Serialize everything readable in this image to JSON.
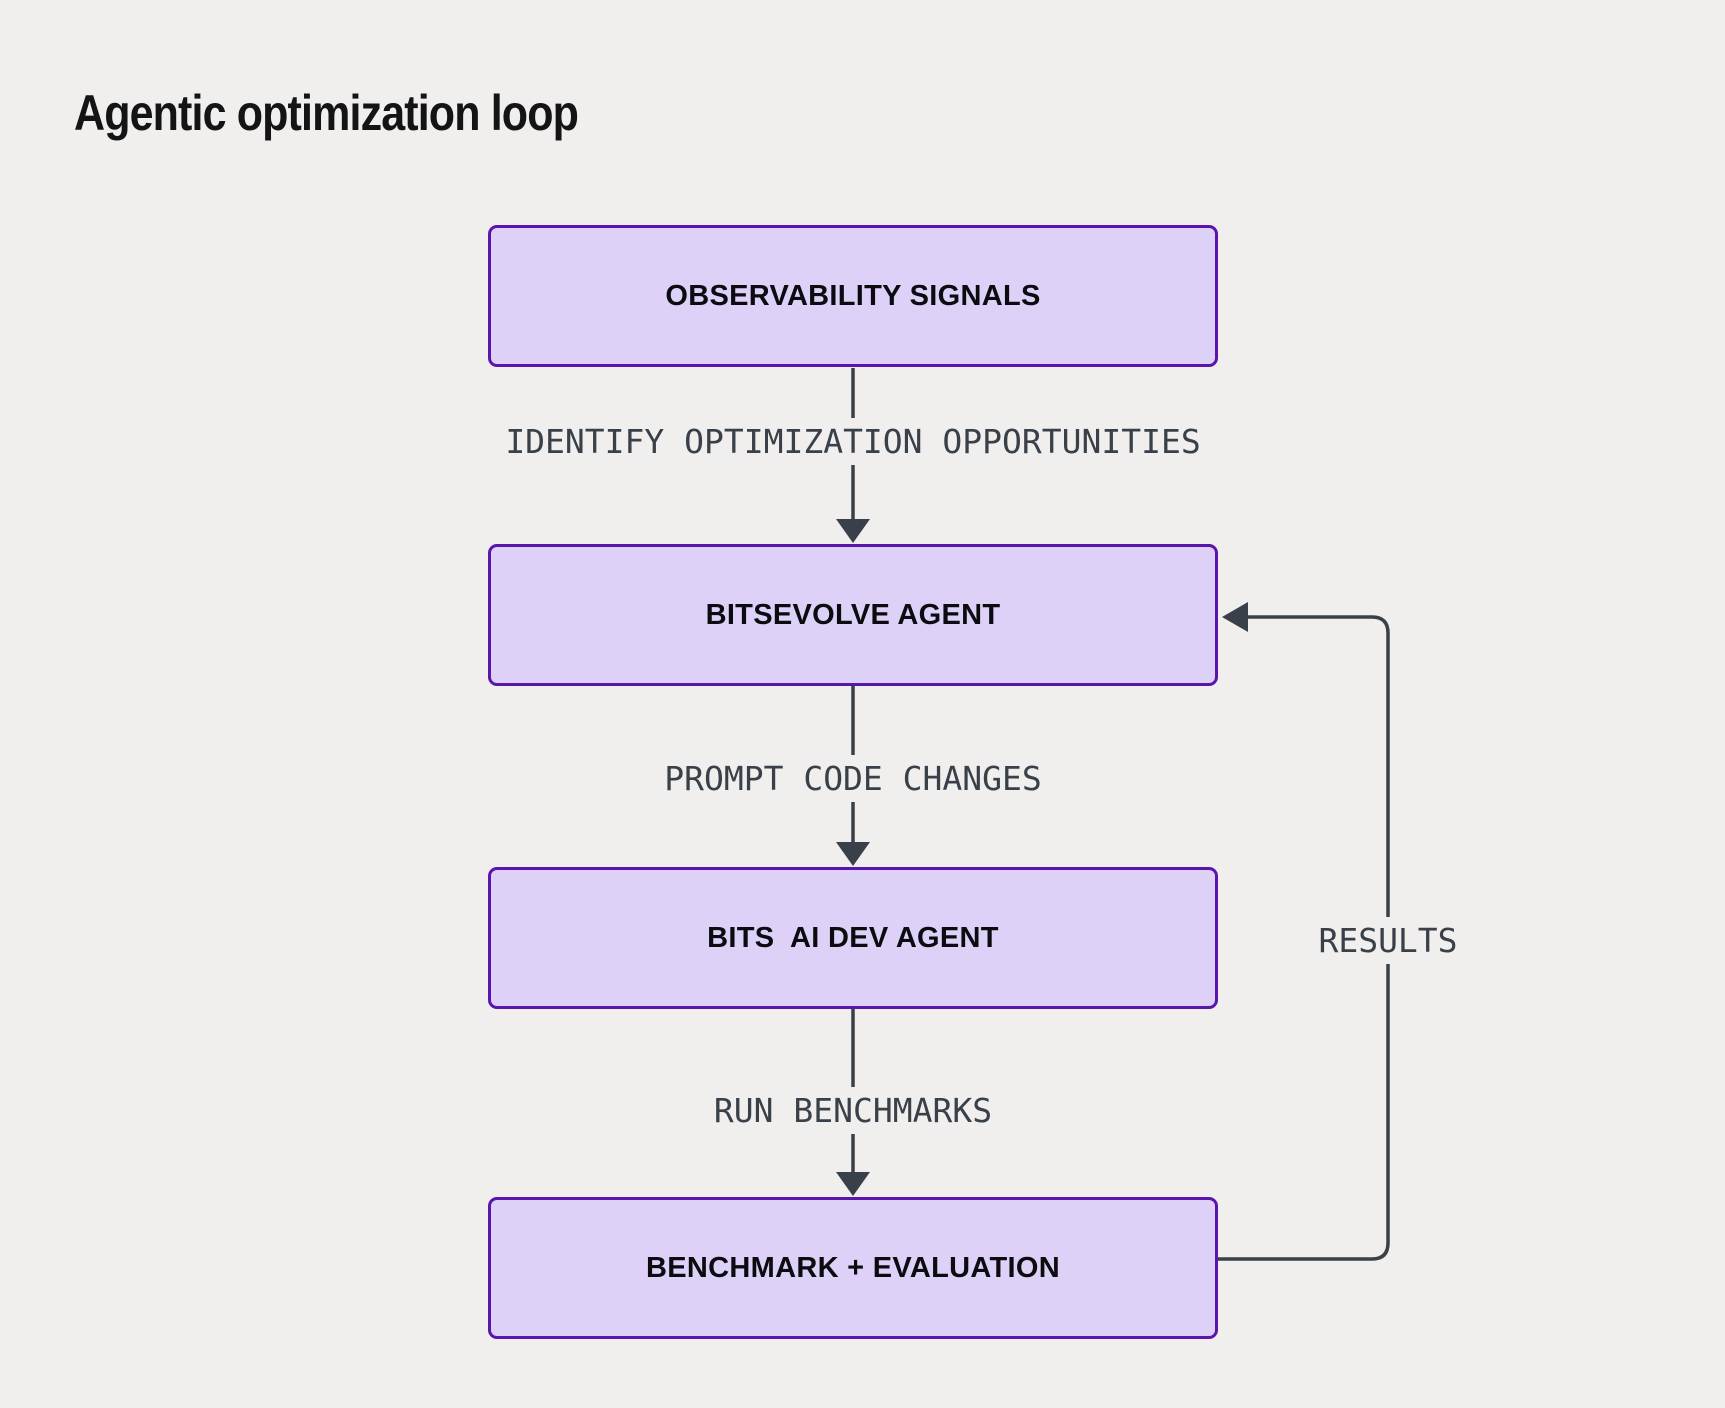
{
  "title": "Agentic optimization loop",
  "diagram": {
    "type": "flowchart",
    "direction": "top-down",
    "nodes": [
      {
        "id": "observability-signals",
        "label": "OBSERVABILITY SIGNALS"
      },
      {
        "id": "bitsevolve-agent",
        "label": "BITSEVOLVE AGENT"
      },
      {
        "id": "bits-ai-dev-agent",
        "label": "BITS  AI DEV AGENT"
      },
      {
        "id": "benchmark-evaluation",
        "label": "BENCHMARK + EVALUATION"
      }
    ],
    "edges": [
      {
        "from": "observability-signals",
        "to": "bitsevolve-agent",
        "label": "IDENTIFY OPTIMIZATION OPPORTUNITIES",
        "direction": "down"
      },
      {
        "from": "bitsevolve-agent",
        "to": "bits-ai-dev-agent",
        "label": "PROMPT CODE CHANGES",
        "direction": "down"
      },
      {
        "from": "bits-ai-dev-agent",
        "to": "benchmark-evaluation",
        "label": "RUN BENCHMARKS",
        "direction": "down"
      },
      {
        "from": "benchmark-evaluation",
        "to": "bitsevolve-agent",
        "label": "RESULTS",
        "direction": "right-then-up"
      }
    ],
    "colors": {
      "background": "#f0efed",
      "node_fill": "#ddd1f8",
      "node_border": "#5a15ad",
      "edge_line": "#394049",
      "edge_label_text": "#394049",
      "node_text": "#0b0b10",
      "title_text": "#141416"
    }
  }
}
